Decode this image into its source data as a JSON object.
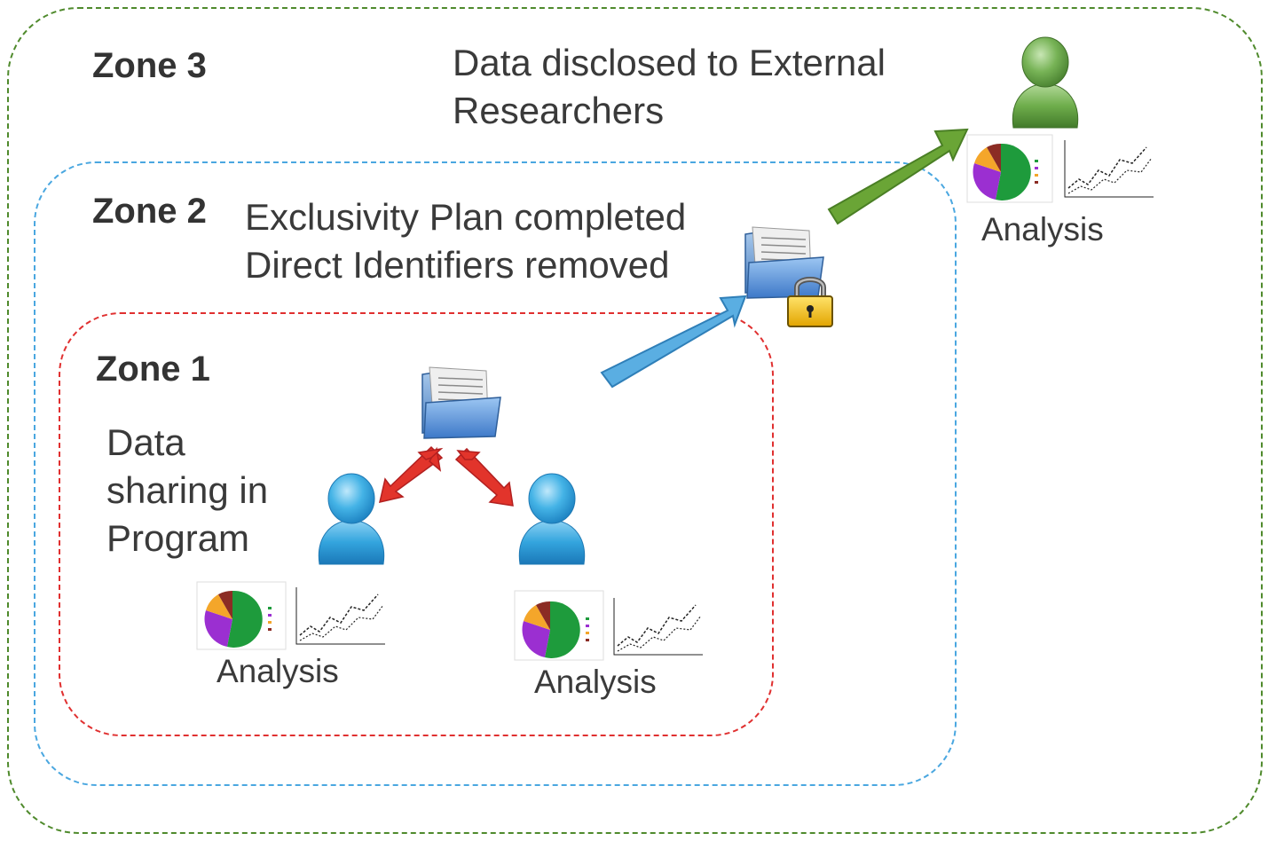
{
  "zones": {
    "zone3": {
      "title": "Zone 3",
      "description": "Data disclosed to External\nResearchers"
    },
    "zone2": {
      "title": "Zone 2",
      "description": "Exclusivity Plan completed\nDirect Identifiers removed"
    },
    "zone1": {
      "title": "Zone 1",
      "description": "Data\nsharing in\nProgram"
    }
  },
  "analysis_labels": {
    "external": "Analysis",
    "program_left": "Analysis",
    "program_right": "Analysis"
  },
  "colors": {
    "zone3_border": "#4f8a2c",
    "zone2_border": "#4aa7e0",
    "zone1_border": "#e03030",
    "green_arrow": "#6aa536",
    "blue_arrow": "#5aaee2",
    "red_arrow": "#e2342b",
    "person_blue": "#2fa3dc",
    "person_green": "#6aa84f"
  },
  "icons": [
    "folder-icon",
    "locked-folder-icon",
    "lock-icon",
    "person-icon",
    "pie-chart-icon",
    "line-chart-icon"
  ]
}
